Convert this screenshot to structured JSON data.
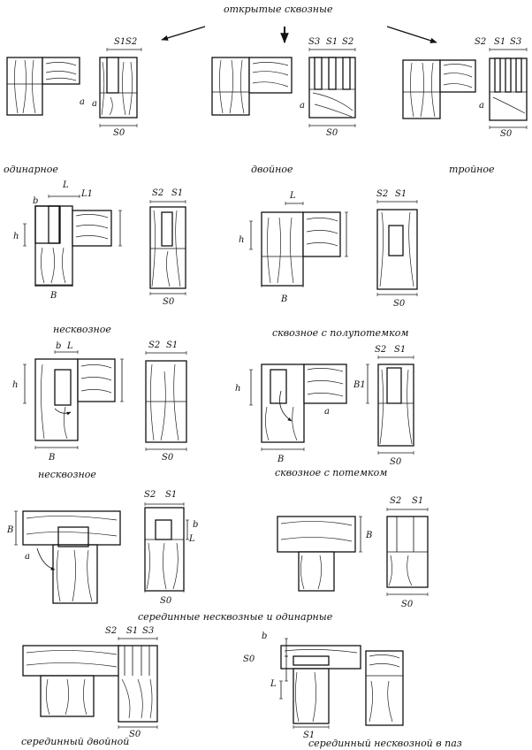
{
  "captions": {
    "open_through": "открытые сквозные",
    "single": "одинарное",
    "double": "двойное",
    "triple": "тройное",
    "blind_1": "несквозное",
    "half_haunch": "сквозное с полупотемком",
    "blind_2": "несквозное",
    "haunch": "сквозное с потемком",
    "middle_blind_single": "серединные несквозные и одинарные",
    "middle_double": "серединный двойной",
    "middle_blind_groove": "серединный несквозной в паз"
  },
  "symbols": {
    "S0": "S0",
    "S1": "S1",
    "S2": "S2",
    "S3": "S3",
    "L": "L",
    "L1": "L1",
    "B": "B",
    "B1": "B1",
    "h": "h",
    "b": "b",
    "a": "a"
  },
  "diagrams": [
    {
      "id": "single",
      "labels": [
        "S1",
        "S2",
        "S0",
        "a"
      ]
    },
    {
      "id": "double",
      "labels": [
        "S3",
        "S1",
        "S2",
        "S0",
        "a"
      ]
    },
    {
      "id": "triple",
      "labels": [
        "S2",
        "S1",
        "S3",
        "S0",
        "a"
      ]
    },
    {
      "id": "blind-1",
      "labels": [
        "b",
        "L",
        "L1",
        "h",
        "B",
        "S2",
        "S1",
        "S0"
      ]
    },
    {
      "id": "half-haunch",
      "labels": [
        "L",
        "h",
        "B",
        "S2",
        "S1",
        "S0"
      ]
    },
    {
      "id": "blind-2",
      "labels": [
        "b",
        "L",
        "h",
        "B",
        "S2",
        "S1",
        "S0"
      ]
    },
    {
      "id": "haunch",
      "labels": [
        "h",
        "B",
        "a",
        "B1",
        "S2",
        "S1",
        "S0"
      ]
    },
    {
      "id": "middle-blind",
      "labels": [
        "B",
        "a",
        "S2",
        "S1",
        "b",
        "L",
        "S0"
      ]
    },
    {
      "id": "middle-single",
      "labels": [
        "S2",
        "S1",
        "B",
        "S0"
      ]
    },
    {
      "id": "middle-double",
      "labels": [
        "S2",
        "S1",
        "S3",
        "S0"
      ]
    },
    {
      "id": "middle-groove",
      "labels": [
        "b",
        "S0",
        "L",
        "S1"
      ]
    }
  ]
}
